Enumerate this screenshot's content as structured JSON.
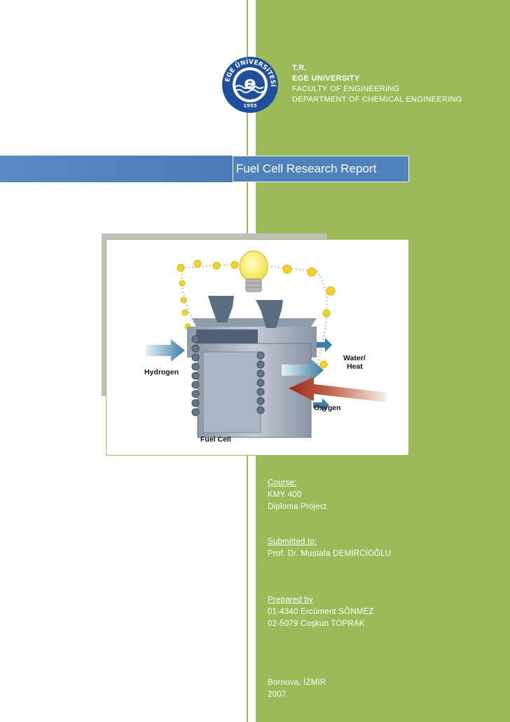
{
  "header": {
    "line1": "T.R.",
    "line2": "EGE UNIVERSITY",
    "line3": "FACULTY OF ENGINEERING",
    "line4": "DEPARTMENT OF CHEMICAL ENGINEERING"
  },
  "logo": {
    "ring_text": "EGE ÜNİVERSİTESİ",
    "center_letter": "e",
    "year": "1955",
    "color": "#1f4e9c"
  },
  "title": "Fuel Cell Research Report",
  "figure": {
    "hydrogen": "Hydrogen",
    "water_line1": "Water/",
    "water_line2": "Heat",
    "oxygen": "Oxygen",
    "fuel_cell": "Fuel Cell"
  },
  "course": {
    "heading": "Course:",
    "code": "KMY 400",
    "name": "Diploma Project"
  },
  "submitted": {
    "heading": "Submitted to:",
    "person": "Prof. Dr. Mustafa DEMİRCİOĞLU"
  },
  "prepared": {
    "heading": "Prepared by",
    "student1": "01-4340 Ercüment SÖNMEZ",
    "student2": "02-5079 Coşkun TOPRAK"
  },
  "place": {
    "location": "Bornova, İZMİR",
    "year": "2007"
  },
  "colors": {
    "accent_green": "#9bbb59",
    "title_blue": "#4f81bd"
  }
}
